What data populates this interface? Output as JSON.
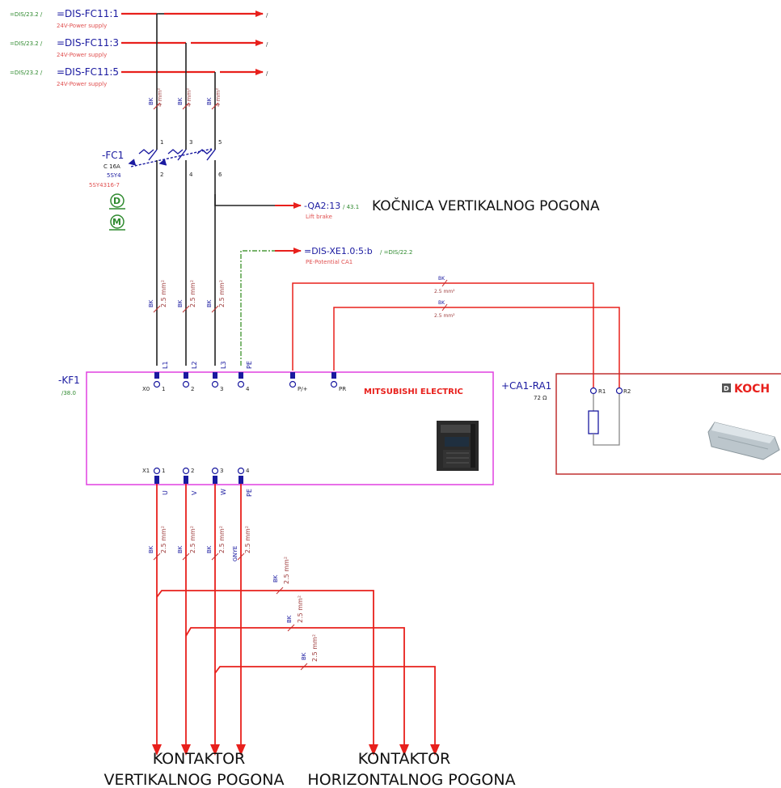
{
  "colors": {
    "wire_red": "#e8201c",
    "wire_black": "#222222",
    "pe_green": "#4a9a3a",
    "tag_blue": "#1a1aa0",
    "ref_green": "#2f8a2f",
    "subtitle_red": "#e05050",
    "kf1_border": "#e040e0",
    "ca1_border": "#c03030"
  },
  "supply_rows": [
    {
      "ref": "=DIS/23.2 /",
      "tag": "=DIS-FC11:1",
      "subtitle": "24V-Power supply",
      "end": "/"
    },
    {
      "ref": "=DIS/23.2 /",
      "tag": "=DIS-FC11:3",
      "subtitle": "24V-Power supply",
      "end": "/"
    },
    {
      "ref": "=DIS/23.2 /",
      "tag": "=DIS-FC11:5",
      "subtitle": "24V-Power supply",
      "end": "/"
    }
  ],
  "wire_labels": {
    "bk": "BK",
    "gnye": "GNYE",
    "cs_4": "4 mm²",
    "cs_25": "2.5 mm²",
    "cs_25_alt": "2.5 mm²"
  },
  "fc1": {
    "tag": "-FC1",
    "rating": "C 16A",
    "type": "5SY4",
    "order": "5SY4316-7",
    "terminals_top": [
      "1",
      "3",
      "5"
    ],
    "terminals_bottom": [
      "2",
      "4",
      "6"
    ],
    "symbol_d": "D",
    "symbol_m": "M"
  },
  "brake": {
    "tag": "-QA2:13",
    "ref": "/ 43.1",
    "title": "KOČNICA VERTIKALNOG POGONA",
    "subtitle": "Lift brake"
  },
  "pe_link": {
    "tag": "=DIS-XE1.0:5:b",
    "ref": "/ =DIS/22.2",
    "subtitle": "PE-Potential CA1"
  },
  "kf1": {
    "tag": "-KF1",
    "ref": "/38.0",
    "brand": "MITSUBISHI ELECTRIC",
    "x0": "X0",
    "x1": "X1",
    "top_terminals": [
      {
        "num": "1",
        "label": "L1"
      },
      {
        "num": "2",
        "label": "L2"
      },
      {
        "num": "3",
        "label": "L3"
      },
      {
        "num": "4",
        "label": "PE"
      }
    ],
    "brake_terminals": [
      "P/+",
      "PR"
    ],
    "bottom_terminals": [
      {
        "num": "1",
        "label": "U"
      },
      {
        "num": "2",
        "label": "V"
      },
      {
        "num": "3",
        "label": "W"
      },
      {
        "num": "4",
        "label": "PE"
      }
    ]
  },
  "ca1": {
    "tag": "+CA1-RA1",
    "value": "72 Ω",
    "terminals": [
      "R1",
      "R2"
    ],
    "brand_mark": "D",
    "brand": "KOCH"
  },
  "outputs": {
    "left_line1": "KONTAKTOR",
    "left_line2": "VERTIKALNOG POGONA",
    "right_line1": "KONTAKTOR",
    "right_line2": "HORIZONTALNOG POGONA"
  }
}
